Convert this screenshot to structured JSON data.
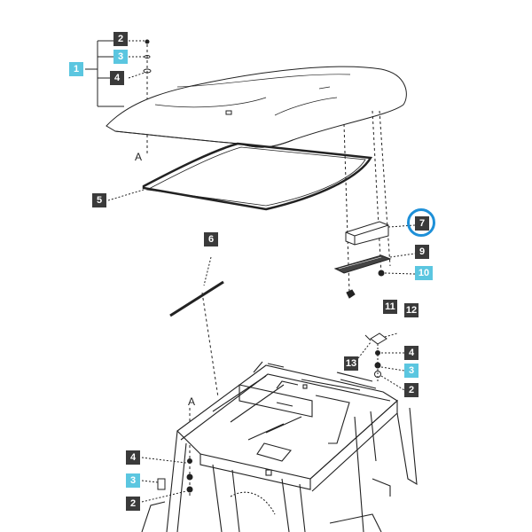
{
  "callouts": {
    "c2a": "2",
    "c3a": "3",
    "c1": "1",
    "c4a": "4",
    "c5": "5",
    "c6": "6",
    "c7": "7",
    "c9": "9",
    "c10": "10",
    "c11": "11",
    "c12": "12",
    "c13": "13",
    "c4b": "4",
    "c3b": "3",
    "c2b": "2",
    "c4c": "4",
    "c3c": "3",
    "c2c": "2"
  },
  "letters": {
    "top": "A",
    "bottom": "A"
  },
  "colors": {
    "callout_dark": "#3a3a3a",
    "callout_highlight": "#5bc6e0",
    "focus_ring": "#1e90d8",
    "line": "#222222"
  },
  "highlighted_part": "7"
}
